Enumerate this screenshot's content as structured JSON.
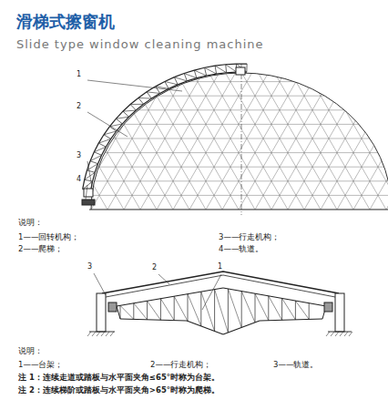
{
  "diagram": {
    "title": "滑梯式擦窗机",
    "labels": [
      "Slide type window cleaning machine",
      "1",
      "2",
      "3",
      "4",
      "说明：",
      "1——回转机构；",
      "3——行走机构；",
      "2——爬梯；",
      "4——轨道。",
      "3",
      "2",
      "1",
      "说明：",
      "1——台架；",
      "2——行走机构；",
      "3——轨道。",
      "注 1：连续走道或踏板与水平面夹角≤65°时称为台架。",
      "注 2：连续梯阶或踏板与水平面夹角>65°时称为爬梯。"
    ]
  }
}
